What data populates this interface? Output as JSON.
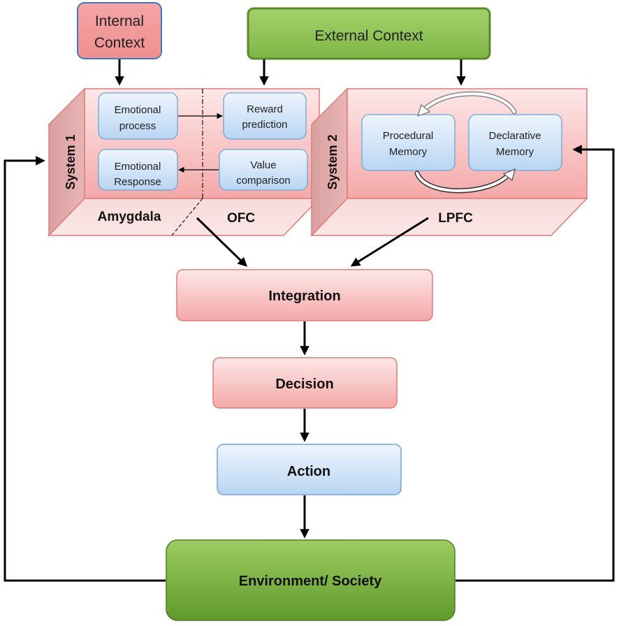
{
  "contexts": {
    "internal": [
      "Internal",
      "Context"
    ],
    "external": "External Context"
  },
  "system1": {
    "label": "System 1",
    "region_left": "Amygdala",
    "region_right": "OFC",
    "nodes": {
      "emotional_process": [
        "Emotional",
        "process"
      ],
      "reward_prediction": [
        "Reward",
        "prediction"
      ],
      "emotional_response": [
        "Emotional",
        "Response"
      ],
      "value_comparison": [
        "Value",
        "comparison"
      ]
    }
  },
  "system2": {
    "label": "System 2",
    "region": "LPFC",
    "nodes": {
      "procedural_memory": [
        "Procedural",
        "Memory"
      ],
      "declarative_memory": [
        "Declarative",
        "Memory"
      ]
    }
  },
  "flow": {
    "integration": "Integration",
    "decision": "Decision",
    "action": "Action",
    "environment": "Environment/ Society"
  },
  "colors": {
    "red_fill": "#f4b6b6",
    "red_stroke": "#e07a7a",
    "green_fill": "#7db447",
    "green_stroke": "#5a8a2c",
    "blue_fill": "#cfe2f7",
    "blue_stroke": "#6fa3d8"
  }
}
